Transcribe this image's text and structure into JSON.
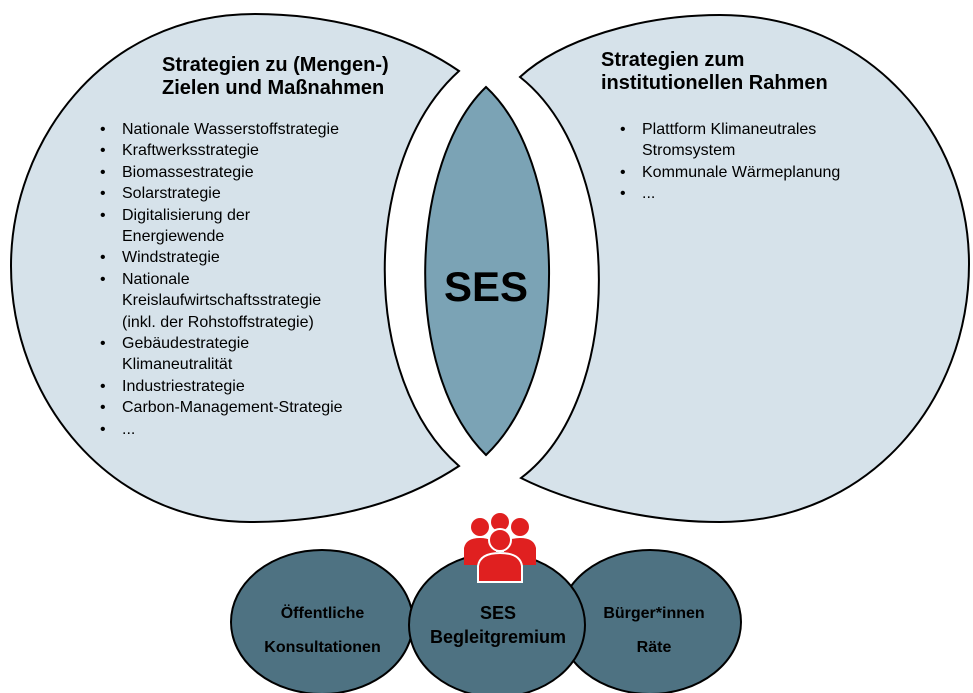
{
  "left_panel": {
    "heading_line1": "Strategien zu (Mengen-)",
    "heading_line2": "Zielen und Maßnahmen",
    "items": [
      [
        "Nationale Wasserstoffstrategie"
      ],
      [
        "Kraftwerksstrategie"
      ],
      [
        "Biomassestrategie"
      ],
      [
        "Solarstrategie"
      ],
      [
        "Digitalisierung der",
        "Energiewende"
      ],
      [
        "Windstrategie"
      ],
      [
        "Nationale",
        "Kreislaufwirtschaftsstrategie",
        "(inkl. der Rohstoffstrategie)"
      ],
      [
        "Gebäudestrategie",
        "Klimaneutralität"
      ],
      [
        "Industriestrategie"
      ],
      [
        "Carbon-Management-Strategie"
      ],
      [
        "..."
      ]
    ]
  },
  "right_panel": {
    "heading_line1": "Strategien zum",
    "heading_line2": "institutionellen Rahmen",
    "items": [
      [
        "Plattform Klimaneutrales",
        "Stromsystem"
      ],
      [
        "Kommunale Wärmeplanung"
      ],
      [
        "..."
      ]
    ]
  },
  "center": {
    "label": "SES"
  },
  "bottom": {
    "left_line1": "Öffentliche",
    "left_line2": "Konsultationen",
    "center_line1": "SES",
    "center_line2": "Begleitgremium",
    "right_line1": "Bürger*innen",
    "right_line2": "Räte"
  },
  "colors": {
    "light_fill": "#d6e2ea",
    "lens_fill": "#7ba3b5",
    "dark_fill": "#4e7282",
    "stroke": "#000000",
    "people_icon": "#e02020"
  },
  "icons": [
    "people-group-icon"
  ]
}
